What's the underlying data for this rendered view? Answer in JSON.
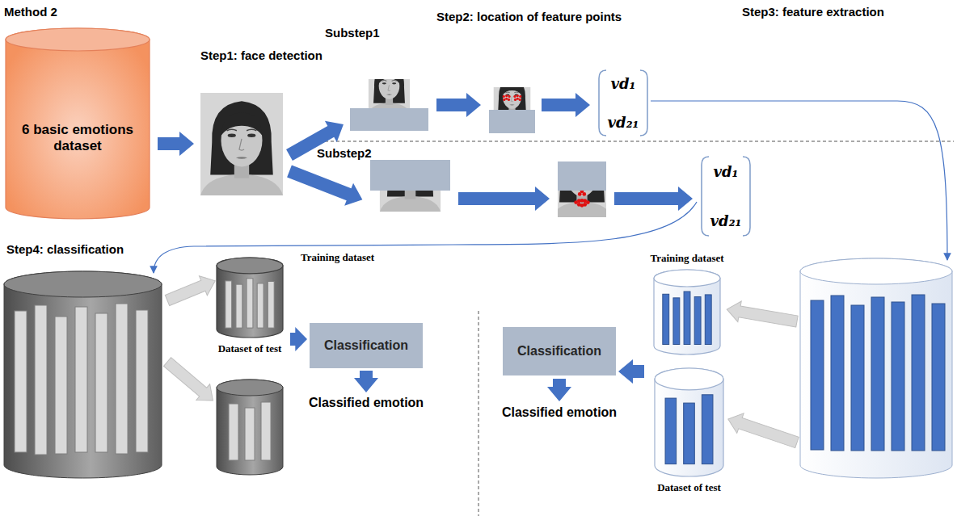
{
  "diagram": {
    "title": "Method 2",
    "nodes": [
      {
        "text": [
          "6 basic emotions dataset"
        ]
      },
      {
        "text": [
          "vd₁",
          "vd₂₁"
        ]
      },
      {
        "text": [
          "vd₁",
          "vd₂₁"
        ]
      },
      {
        "text": [
          "Dataset of test"
        ]
      },
      {
        "text": [
          "Classification"
        ]
      },
      {
        "text": [
          "Classification"
        ]
      },
      {
        "text": [
          "Training dataset"
        ]
      },
      {
        "text": [
          "Dataset of test"
        ]
      }
    ],
    "edges": [
      {
        "from": 3,
        "to": 4,
        "arrow": "to"
      },
      {
        "from": 7,
        "to": 5,
        "arrow": "to"
      }
    ],
    "labels": [
      "Step1: face detection",
      "Substep1",
      "Step2: location of feature points",
      "Step3: feature extraction",
      "Substep2",
      "Step4: classification",
      "Training dataset",
      "Classified emotion",
      "Classified emotion"
    ]
  }
}
